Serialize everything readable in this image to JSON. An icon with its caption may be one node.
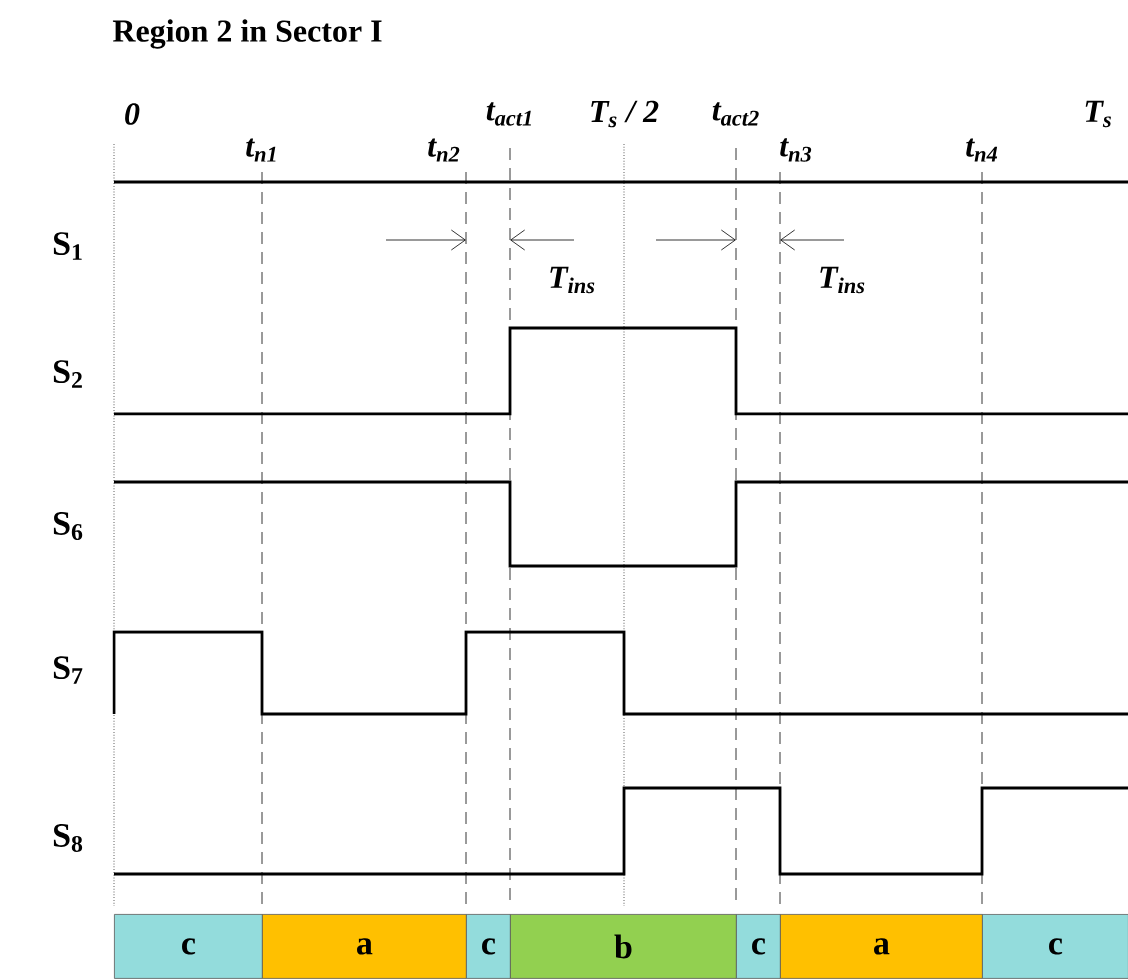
{
  "diagram": {
    "title": "Region 2 in Sector I",
    "nodes": [
      {
        "text": [
          "c"
        ]
      },
      {
        "text": [
          "a"
        ]
      },
      {
        "text": [
          "c"
        ]
      },
      {
        "text": [
          "b"
        ]
      },
      {
        "text": [
          "c"
        ]
      },
      {
        "text": [
          "a"
        ]
      },
      {
        "text": [
          "c"
        ]
      }
    ],
    "labels": [
      "0",
      "t$_{act1}$",
      "T$_{s}$ / 2",
      "t$_{act2}$",
      "T$_{s}$",
      "t$_{n1}$",
      "t$_{n2}$",
      "t$_{n3}$",
      "t$_{n4}$",
      "S$_{1}$",
      "T$_{ins}$",
      "T$_{ins}$",
      "S$_{2}$",
      "S$_{6}$",
      "S$_{7}$",
      "S$_{8}$"
    ]
  }
}
